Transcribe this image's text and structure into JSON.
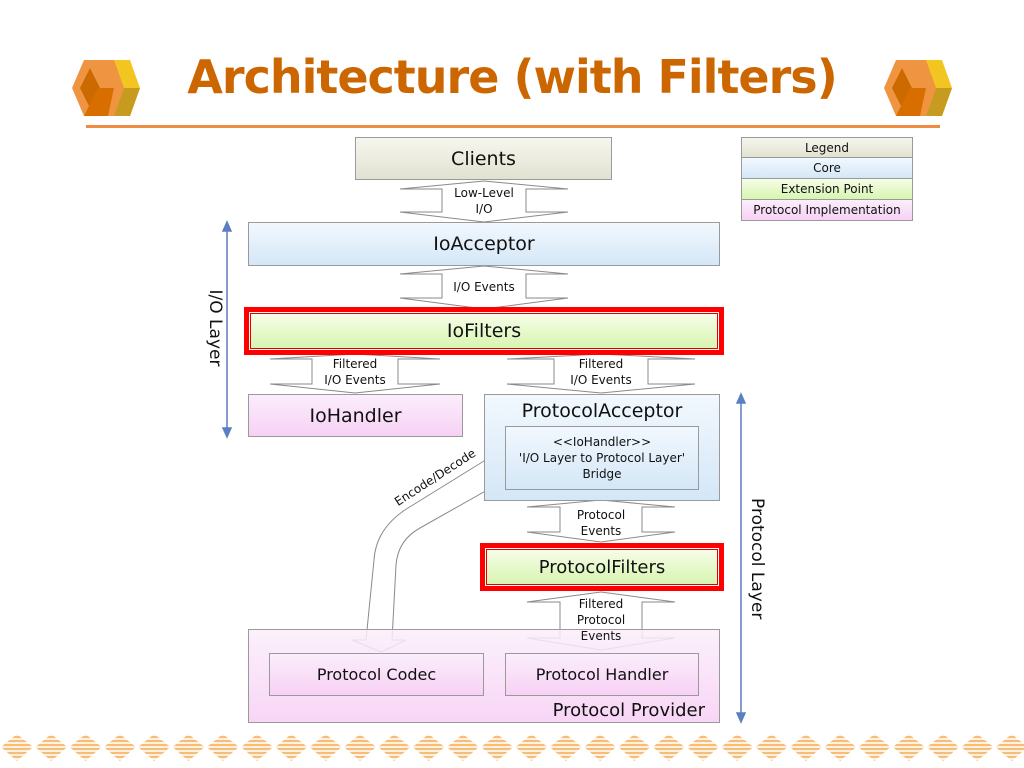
{
  "slide": {
    "title": "Architecture (with Filters)",
    "logo_icon": "stacked-cubes-icon",
    "footer_pattern": "diamond-stripe-border"
  },
  "legend": {
    "header": "Legend",
    "items": [
      {
        "label": "Core",
        "color": "#d9eaf8"
      },
      {
        "label": "Extension Point",
        "color": "#daf6b6"
      },
      {
        "label": "Protocol Implementation",
        "color": "#f7d4f5"
      }
    ],
    "header_color": "#e6e6d8"
  },
  "nodes": {
    "clients": "Clients",
    "io_acceptor": "IoAcceptor",
    "io_filters": "IoFilters",
    "io_handler": "IoHandler",
    "protocol_acceptor": "ProtocolAcceptor",
    "bridge": {
      "line1": "<<IoHandler>>",
      "line2": "'I/O Layer to Protocol Layer'",
      "line3": "Bridge"
    },
    "protocol_filters": "ProtocolFilters",
    "protocol_codec": "Protocol Codec",
    "protocol_handler": "Protocol Handler",
    "protocol_provider": "Protocol Provider"
  },
  "arrows": {
    "low_level_io": {
      "line1": "Low-Level",
      "line2": "I/O"
    },
    "io_events": {
      "line1": "I/O Events"
    },
    "filtered_io_left": {
      "line1": "Filtered",
      "line2": "I/O Events"
    },
    "filtered_io_right": {
      "line1": "Filtered",
      "line2": "I/O Events"
    },
    "encode_decode": "Encode/Decode",
    "protocol_events": {
      "line1": "Protocol",
      "line2": "Events"
    },
    "filtered_protocol_events": {
      "line1": "Filtered",
      "line2": "Protocol",
      "line3": "Events"
    }
  },
  "layers": {
    "io_layer": "I/O Layer",
    "protocol_layer": "Protocol Layer"
  },
  "colors": {
    "title": "#cc6600",
    "highlight": "#ff0000",
    "layer_arrow": "#5b7fc2"
  }
}
